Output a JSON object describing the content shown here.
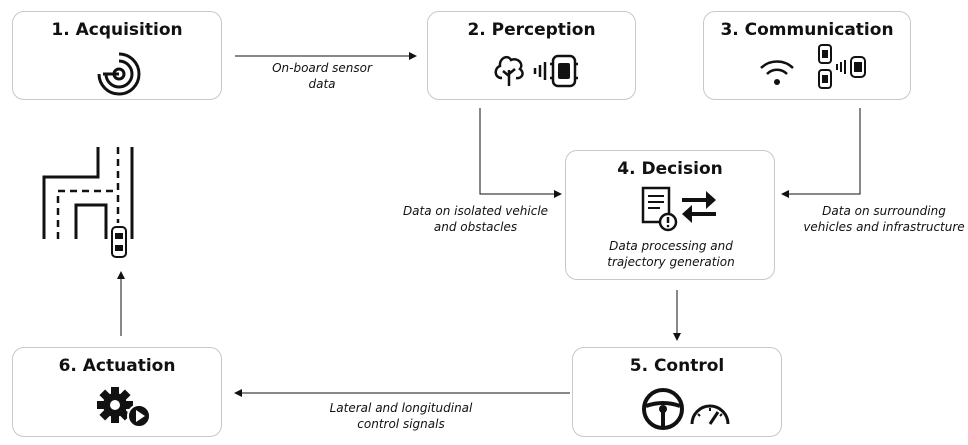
{
  "steps": [
    {
      "id": "acquisition",
      "title": "1. Acquisition"
    },
    {
      "id": "perception",
      "title": "2. Perception"
    },
    {
      "id": "communication",
      "title": "3. Communication"
    },
    {
      "id": "decision",
      "title": "4. Decision",
      "subtitle": "Data processing and trajectory generation"
    },
    {
      "id": "control",
      "title": "5. Control"
    },
    {
      "id": "actuation",
      "title": "6. Actuation"
    }
  ],
  "flows": {
    "acq_to_perception": "On-board sensor data",
    "perception_to_decision": "Data on isolated vehicle and obstacles",
    "communication_to_decision": "Data on surrounding vehicles and infrastructure",
    "control_to_actuation": "Lateral and longitudinal control signals"
  },
  "icons": {
    "acquisition": "sensor-signal-icon",
    "perception": [
      "tree-icon",
      "car-sensing-icon"
    ],
    "communication": [
      "wifi-icon",
      "v2v-cars-icon"
    ],
    "decision": [
      "document-alert-icon",
      "swap-arrows-icon"
    ],
    "control": [
      "steering-wheel-icon",
      "speedometer-icon"
    ],
    "actuation": "gear-play-icon",
    "road": "road-map-car-icon"
  },
  "colors": {
    "stroke": "#111111",
    "border": "#c8c8c8"
  }
}
